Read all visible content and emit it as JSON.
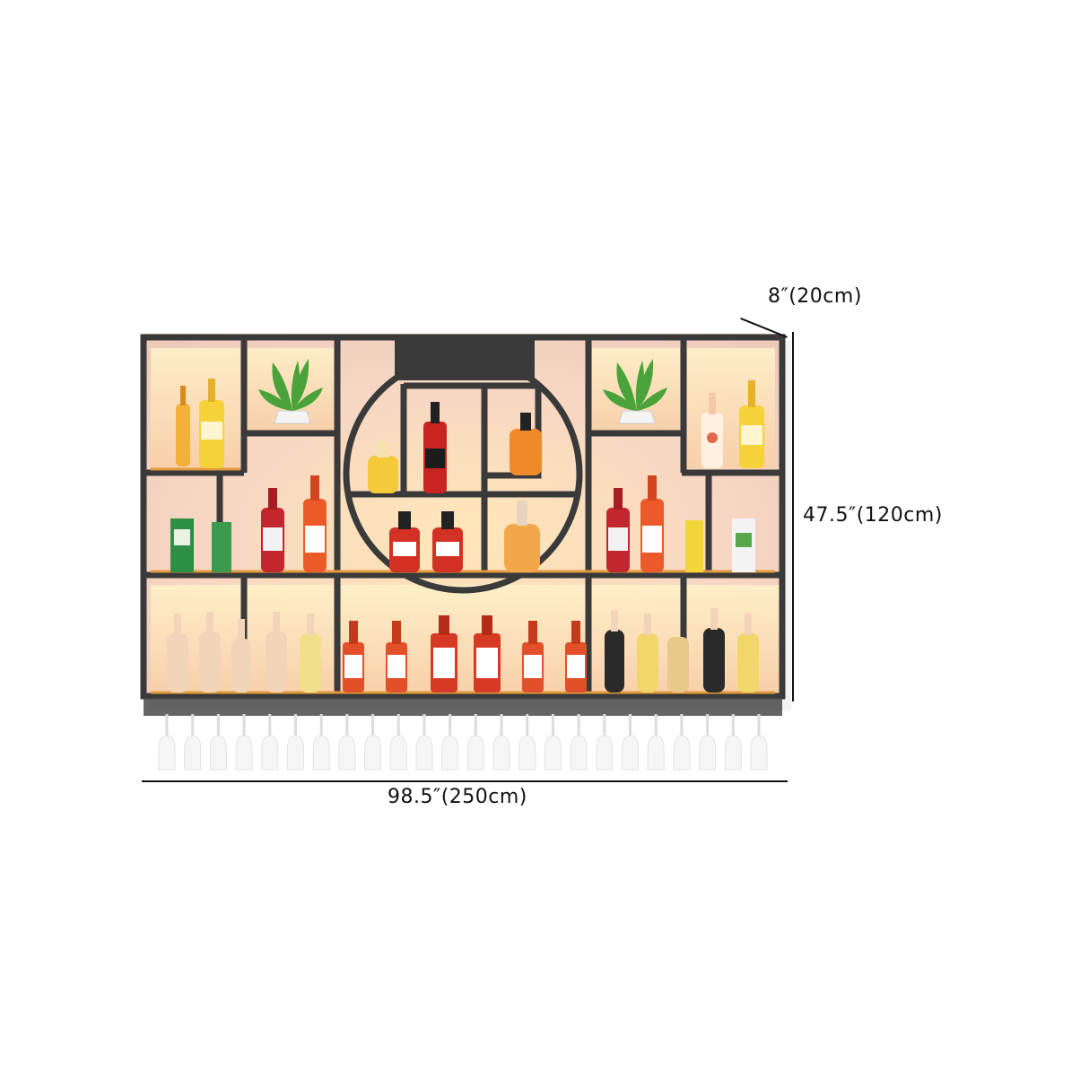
{
  "dimensions": {
    "depth": "8″(20cm)",
    "height": "47.5″(120cm)",
    "width": "98.5″(250cm)"
  },
  "colors": {
    "frame": "#3a3a3a",
    "glow": "#ffd79a",
    "backlight": "#f6d8c8",
    "shelf_edge": "#e39a3c"
  },
  "product": {
    "icon": "wine-rack-icon"
  }
}
